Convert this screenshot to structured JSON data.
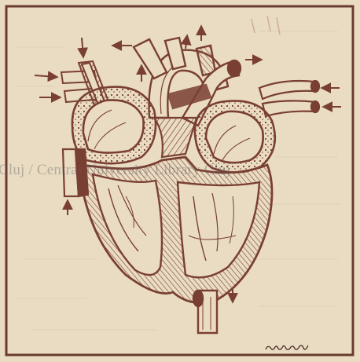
{
  "illustration": {
    "subject": "anatomical heart cross-section",
    "ink_color": "#7a3f33",
    "paper_color": "#e9dcc3",
    "frame_color": "#6b3a30"
  },
  "watermark": {
    "text": "Cluj / Central University Library Cluj"
  },
  "signature": {
    "text": "Gracely"
  }
}
